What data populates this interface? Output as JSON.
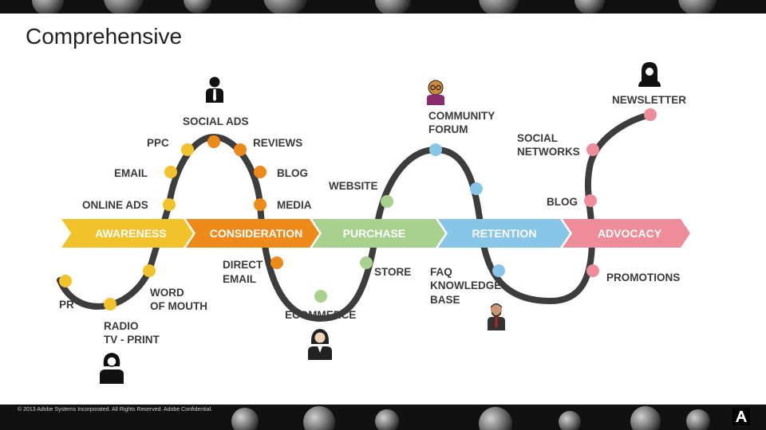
{
  "title": "Comprehensive",
  "footer": "© 2013 Adobe Systems Incorporated. All Rights Reserved. Adobe Confidential.",
  "logo_icon": "adobe-logo-icon",
  "stages": [
    {
      "label": "AWARENESS",
      "color": "#f2c22b"
    },
    {
      "label": "CONSIDERATION",
      "color": "#ee8a1a"
    },
    {
      "label": "PURCHASE",
      "color": "#a9d18e"
    },
    {
      "label": "RETENTION",
      "color": "#87c6e8"
    },
    {
      "label": "ADVOCACY",
      "color": "#ef8c9a"
    }
  ],
  "touchpoints": {
    "pr": "PR",
    "radio": "RADIO",
    "tv_print": "TV - PRINT",
    "word": "WORD",
    "of_mouth": "OF MOUTH",
    "online_ads": "ONLINE ADS",
    "email": "EMAIL",
    "ppc": "PPC",
    "social_ads": "SOCIAL ADS",
    "reviews": "REVIEWS",
    "blog1": "BLOG",
    "media": "MEDIA",
    "direct": "DIRECT",
    "direct_email": "EMAIL",
    "ecommerce": "ECOMMERCE",
    "store": "STORE",
    "website": "WEBSITE",
    "community": "COMMUNITY",
    "forum": "FORUM",
    "faq": "FAQ",
    "knowledge": "KNOWLEDGE",
    "base": "BASE",
    "blog2": "BLOG",
    "social": "SOCIAL",
    "networks": "NETWORKS",
    "newsletter": "NEWSLETTER",
    "promotions": "PROMOTIONS"
  },
  "persona_icons": [
    "person-suit-icon",
    "person-woman-icon",
    "person-businesswoman-icon",
    "person-glasses-icon",
    "person-bearded-icon",
    "person-hijab-icon"
  ]
}
